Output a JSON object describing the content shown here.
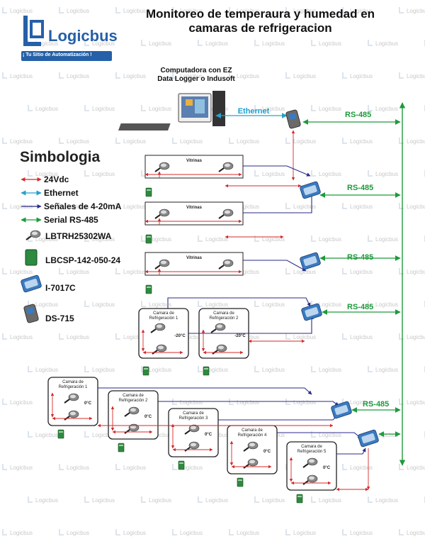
{
  "title": "Monitoreo de temperaura y humedad en camaras de refrigeracion",
  "logo": {
    "name": "Logicbus",
    "tagline": "¡ Tu Sitio de Automatización !"
  },
  "watermark": "Logicbus",
  "computer_label": "Computadora con EZ Data Logger o Indusoft",
  "ethernet_label": "Ethernet",
  "rs485_label": "RS-485",
  "simbologia": {
    "heading": "Simbologia",
    "lines": [
      {
        "label": "24Vdc",
        "color": "#d42a2a"
      },
      {
        "label": "Ethernet",
        "color": "#2aa0c8"
      },
      {
        "label": "Señales de 4-20mA",
        "color": "#2a2a8a"
      },
      {
        "label": "Serial RS-485",
        "color": "#1e9a3c"
      }
    ],
    "devices": [
      {
        "label": "LBTRH25302WA",
        "icon": "sensor-icon"
      },
      {
        "label": "LBCSP-142-050-24",
        "icon": "power-supply-icon"
      },
      {
        "label": "I-7017C",
        "icon": "module-i7017c-icon"
      },
      {
        "label": "DS-715",
        "icon": "module-ds715-icon"
      }
    ]
  },
  "vitrina_label": "Vitrinas",
  "camaras": [
    {
      "name": "Camara de Refrigeración 1",
      "temp": "-20°C"
    },
    {
      "name": "Camara de Refrigeración 2",
      "temp": "-20°C"
    },
    {
      "name": "Camara de Refrigeración 1",
      "temp": "0°C"
    },
    {
      "name": "Camara de Refrigeración 2",
      "temp": "0°C"
    },
    {
      "name": "Camara de Refrigeración 3",
      "temp": "0°C"
    },
    {
      "name": "Camara de Refrigeración 4",
      "temp": "0°C"
    },
    {
      "name": "Camara de Refrigeración 5",
      "temp": "0°C"
    }
  ],
  "colors": {
    "power": "#d42a2a",
    "ethernet": "#2aa0c8",
    "signal": "#2a2a8a",
    "rs485": "#1e9a3c",
    "brand": "#2560a8",
    "module": "#3a7ac0"
  }
}
